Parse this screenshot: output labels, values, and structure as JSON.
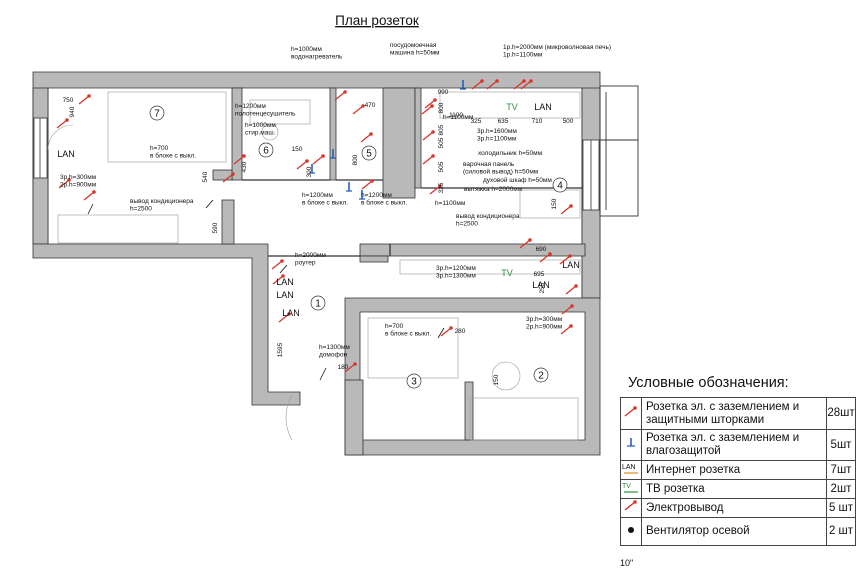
{
  "title": "План розеток",
  "rooms": [
    "1",
    "2",
    "3",
    "4",
    "5",
    "6",
    "7"
  ],
  "notes": {
    "water_heater": "h=1000мм водонагреватель",
    "dishwasher": "посудомоечная машина h=50мм",
    "microwave": "1р.h=2000мм (микроволновая печь) 1р.h=1100мм",
    "towel": "h=1200мм полотенцесушитель",
    "washer": "h=1000мм стир.маш.",
    "n1100": "h=1100мм",
    "kitchen_a": "3р.h=1600мм 3р.h=1100мм",
    "fridge": "холодильник h=50мм",
    "hob": "варочная панель (силовой вывод) h=50мм",
    "oven": "духовой шкаф h=50мм",
    "hood": "вытяжка h=2000мм",
    "r7_sockets": "3р.h=300мм 2р.h=900мм",
    "r7_switch": "h=700 в блоке с выкл.",
    "ac1": "вывод кондиционера h=2500",
    "bath_sw1": "h=1200мм в блоке с выкл.",
    "bath_sw2": "h=1200мм в блоке с выкл.",
    "n1100b": "h=1100мм",
    "ac2": "вывод кондиционера h=2500",
    "router": "h=2000мм роутер",
    "living_a": "3р.h=1200мм 3р.h=1300мм",
    "r2_sockets": "3р.h=300мм 2р.h=900мм",
    "r3_switch": "h=700 в блоке с выкл.",
    "intercom": "h=1300мм домофон"
  },
  "labels": {
    "lan": "LAN",
    "tv": "TV"
  },
  "dims": [
    "750",
    "940",
    "470",
    "990",
    "800",
    "805",
    "325",
    "635",
    "710",
    "500",
    "1100",
    "505",
    "505",
    "325",
    "150",
    "430",
    "540",
    "300",
    "800",
    "590",
    "150",
    "690",
    "695",
    "255",
    "280",
    "1595",
    "150",
    "180"
  ],
  "legend": {
    "title": "Условные обозначения:",
    "rows": [
      {
        "icon": "socket-shutter-icon",
        "label": "Розетка эл. с заземлением и защитными шторками",
        "qty": "28шт",
        "color": "#d8352b"
      },
      {
        "icon": "socket-waterproof-icon",
        "label": "Розетка эл. с заземлением и влагозащитой",
        "qty": "5шт",
        "color": "#1e56b8"
      },
      {
        "icon": "lan-socket-icon",
        "label": "Интернет розетка",
        "qty": "7шт",
        "color": "#d98b17"
      },
      {
        "icon": "tv-socket-icon",
        "label": "ТВ розетка",
        "qty": "2шт",
        "color": "#2a8f3a"
      },
      {
        "icon": "power-outlet-icon",
        "label": "Электровывод",
        "qty": "5 шт",
        "color": "#d8352b"
      },
      {
        "icon": "axial-fan-icon",
        "label": "Вентилятор осевой",
        "qty": "2 шт",
        "color": "#111111"
      }
    ]
  },
  "footer_fragment": "10\""
}
